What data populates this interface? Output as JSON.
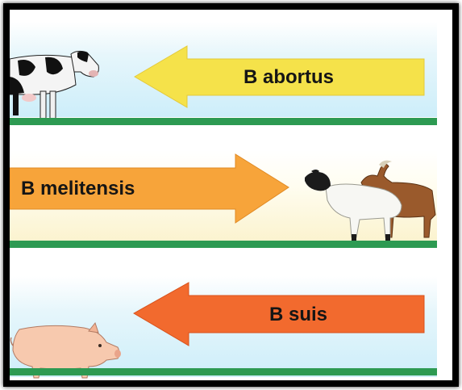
{
  "diagram": {
    "rows": [
      {
        "label": "B abortus",
        "host": "cow-icon",
        "direction": "left",
        "arrow_color": "#f5e24a",
        "background": "#cdeefa"
      },
      {
        "label": "B melitensis",
        "host": "sheep-and-goat-icon",
        "direction": "right",
        "arrow_color": "#f7a43a",
        "background": "#fbf3cf"
      },
      {
        "label": "B suis",
        "host": "pig-icon",
        "direction": "left",
        "arrow_color": "#f26a2e",
        "background": "#cdeefa"
      }
    ],
    "ground_color": "#2d9a52",
    "frame_color": "#000000"
  }
}
